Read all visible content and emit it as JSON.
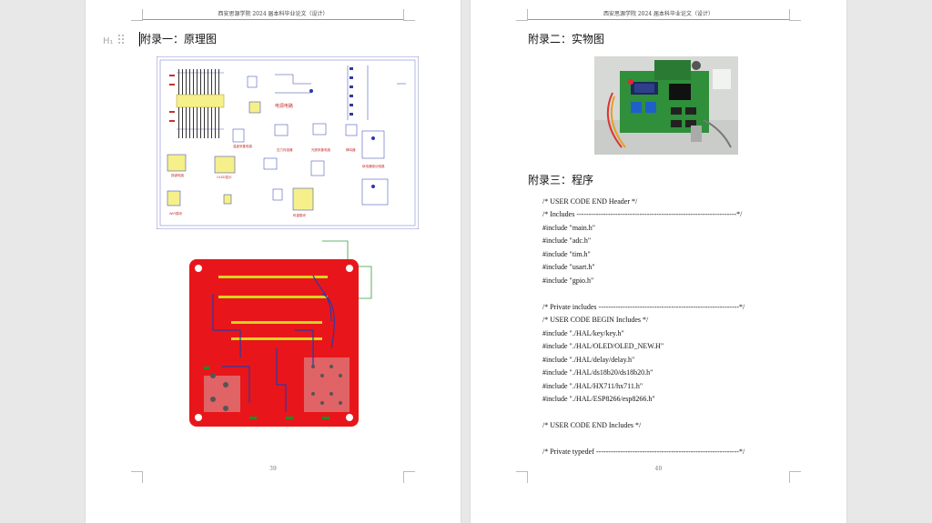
{
  "header_text": "西安思源学院 2024 届本科毕业论文（设计）",
  "left_page": {
    "heading": "附录一：原理图",
    "page_number": "39",
    "schematic_labels": [
      "电源电路",
      "温度采集电路",
      "压力传感器",
      "光照采集电路",
      "蜂鸣器",
      "继电器驱动电路",
      "按键电路",
      "OLED显示",
      "WiFi模块",
      "称重模块"
    ]
  },
  "right_page": {
    "heading_photo": "附录二：实物图",
    "heading_program": "附录三：程序",
    "page_number": "40",
    "code_lines": [
      "/* USER CODE END Header */",
      "/* Includes ------------------------------------------------------------------*/",
      "#include \"main.h\"",
      "#include \"adc.h\"",
      "#include \"tim.h\"",
      "#include \"usart.h\"",
      "#include \"gpio.h\"",
      "",
      "/* Private includes ----------------------------------------------------------*/",
      "/* USER CODE BEGIN Includes */",
      "#include \"./HAL/key/key.h\"",
      "#include \"./HAL/OLED/OLED_NEW.H\"",
      "#include \"./HAL/delay/delay.h\"",
      "#include \"./HAL/ds18b20/ds18b20.h\"",
      "#include \"./HAL/HX711/hx711.h\"",
      "#include \"./HAL/ESP8266/esp8266.h\"",
      "",
      "/* USER CODE END Includes */",
      "",
      "/* Private typedef -----------------------------------------------------------*/"
    ]
  },
  "toolbar": {
    "heading_style_icon": "H₁"
  },
  "colors": {
    "pcb_red": "#e8161a",
    "schematic_blue": "#2b3aa8",
    "background": "#e8e8e8"
  }
}
